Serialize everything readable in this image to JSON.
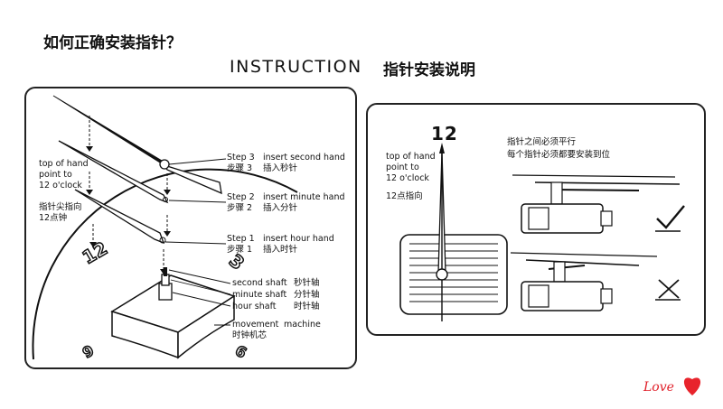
{
  "header": {
    "question": "如何正确安装指针？",
    "title_en": "INSTRUCTION",
    "title_cn": "指针安装说明"
  },
  "left_panel": {
    "hand_tip": {
      "en_1": "top of hand",
      "en_2": "point to",
      "en_3": "12 o'clock",
      "cn_1": "指针尖指向",
      "cn_2": "12点钟"
    },
    "steps": [
      {
        "step": "Step 3",
        "action": "insert second hand",
        "step_cn": "步骤 3",
        "action_cn": "插入秒针"
      },
      {
        "step": "Step 2",
        "action": "insert minute hand",
        "step_cn": "步骤 2",
        "action_cn": "插入分针"
      },
      {
        "step": "Step 1",
        "action": "insert hour hand",
        "step_cn": "步骤 1",
        "action_cn": "插入时针"
      }
    ],
    "shafts": [
      {
        "en": "second shaft",
        "cn": "秒针轴"
      },
      {
        "en": "minute shaft",
        "cn": "分针轴"
      },
      {
        "en": "hour shaft",
        "cn": "时针轴"
      }
    ],
    "movement": {
      "en_1": "movement",
      "en_2": "machine",
      "cn": "时钟机芯"
    },
    "dial_numbers": [
      "12",
      "3",
      "6",
      "9"
    ]
  },
  "right_panel": {
    "twelve": "12",
    "hand_tip": {
      "en_1": "top of hand",
      "en_2": "point to",
      "en_3": "12 o'clock",
      "cn": "12点指向"
    },
    "note_1": "指针之间必须平行",
    "note_2": "每个指针必须都要安装到位",
    "correct_symbol": "check-mark",
    "wrong_symbol": "cross-mark"
  },
  "watermark": {
    "text": "Love"
  }
}
